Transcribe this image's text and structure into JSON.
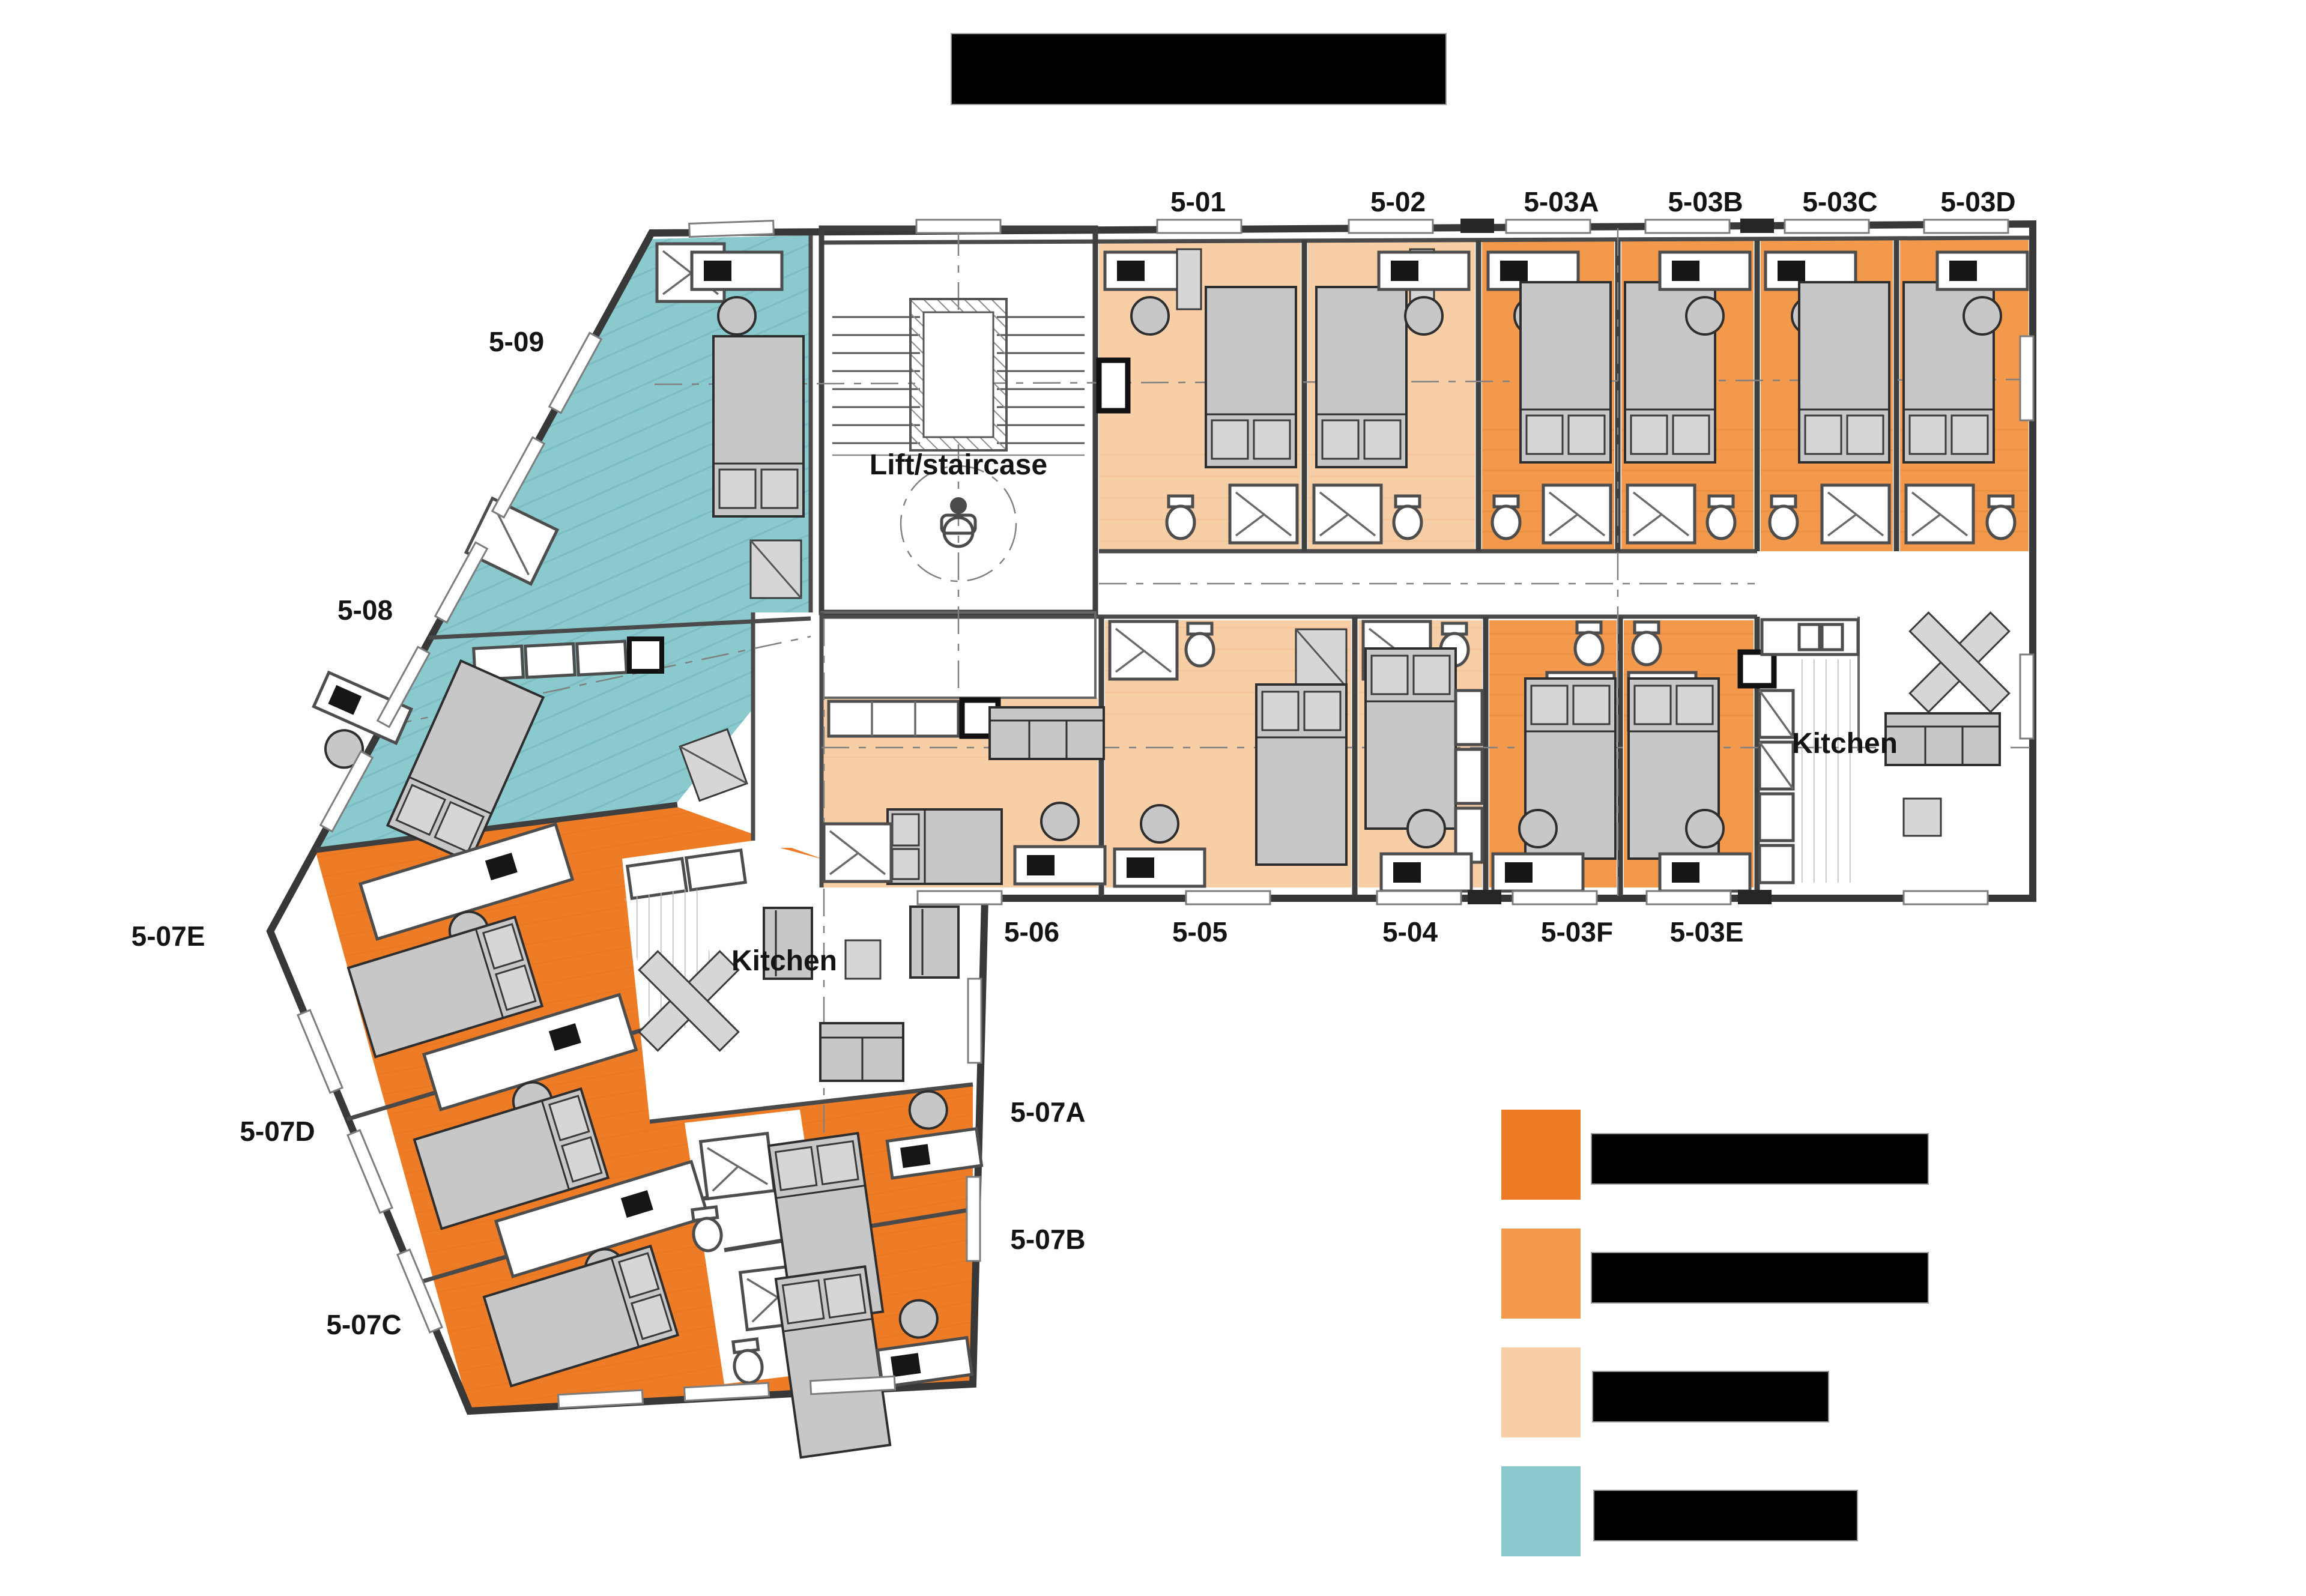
{
  "title": {
    "redacted": true,
    "text": ""
  },
  "colors": {
    "dark_orange": "#EE7C26",
    "medium_orange": "#F2994C",
    "peach": "#F8CEA6",
    "teal": "#8AC9CD",
    "furniture_gray": "#C7C7C7",
    "wall_gray": "#3F3F3F"
  },
  "units": [
    {
      "label": "5-01"
    },
    {
      "label": "5-02"
    },
    {
      "label": "5-03A"
    },
    {
      "label": "5-03B"
    },
    {
      "label": "5-03C"
    },
    {
      "label": "5-03D"
    },
    {
      "label": "5-09"
    },
    {
      "label": "5-08"
    },
    {
      "label": "5-07E"
    },
    {
      "label": "5-07D"
    },
    {
      "label": "5-07C"
    },
    {
      "label": "5-06"
    },
    {
      "label": "5-05"
    },
    {
      "label": "5-04"
    },
    {
      "label": "5-03F"
    },
    {
      "label": "5-03E"
    },
    {
      "label": "5-07A"
    },
    {
      "label": "5-07B"
    }
  ],
  "areas": {
    "lift": "Lift/staircase",
    "wing_kitchen": "Kitchen",
    "main_kitchen": "Kitchen"
  },
  "legend": {
    "items": [
      {
        "swatch_color_key": "dark_orange",
        "label_redacted": true
      },
      {
        "swatch_color_key": "medium_orange",
        "label_redacted": true
      },
      {
        "swatch_color_key": "peach",
        "label_redacted": true
      },
      {
        "swatch_color_key": "teal",
        "label_redacted": true
      }
    ]
  }
}
